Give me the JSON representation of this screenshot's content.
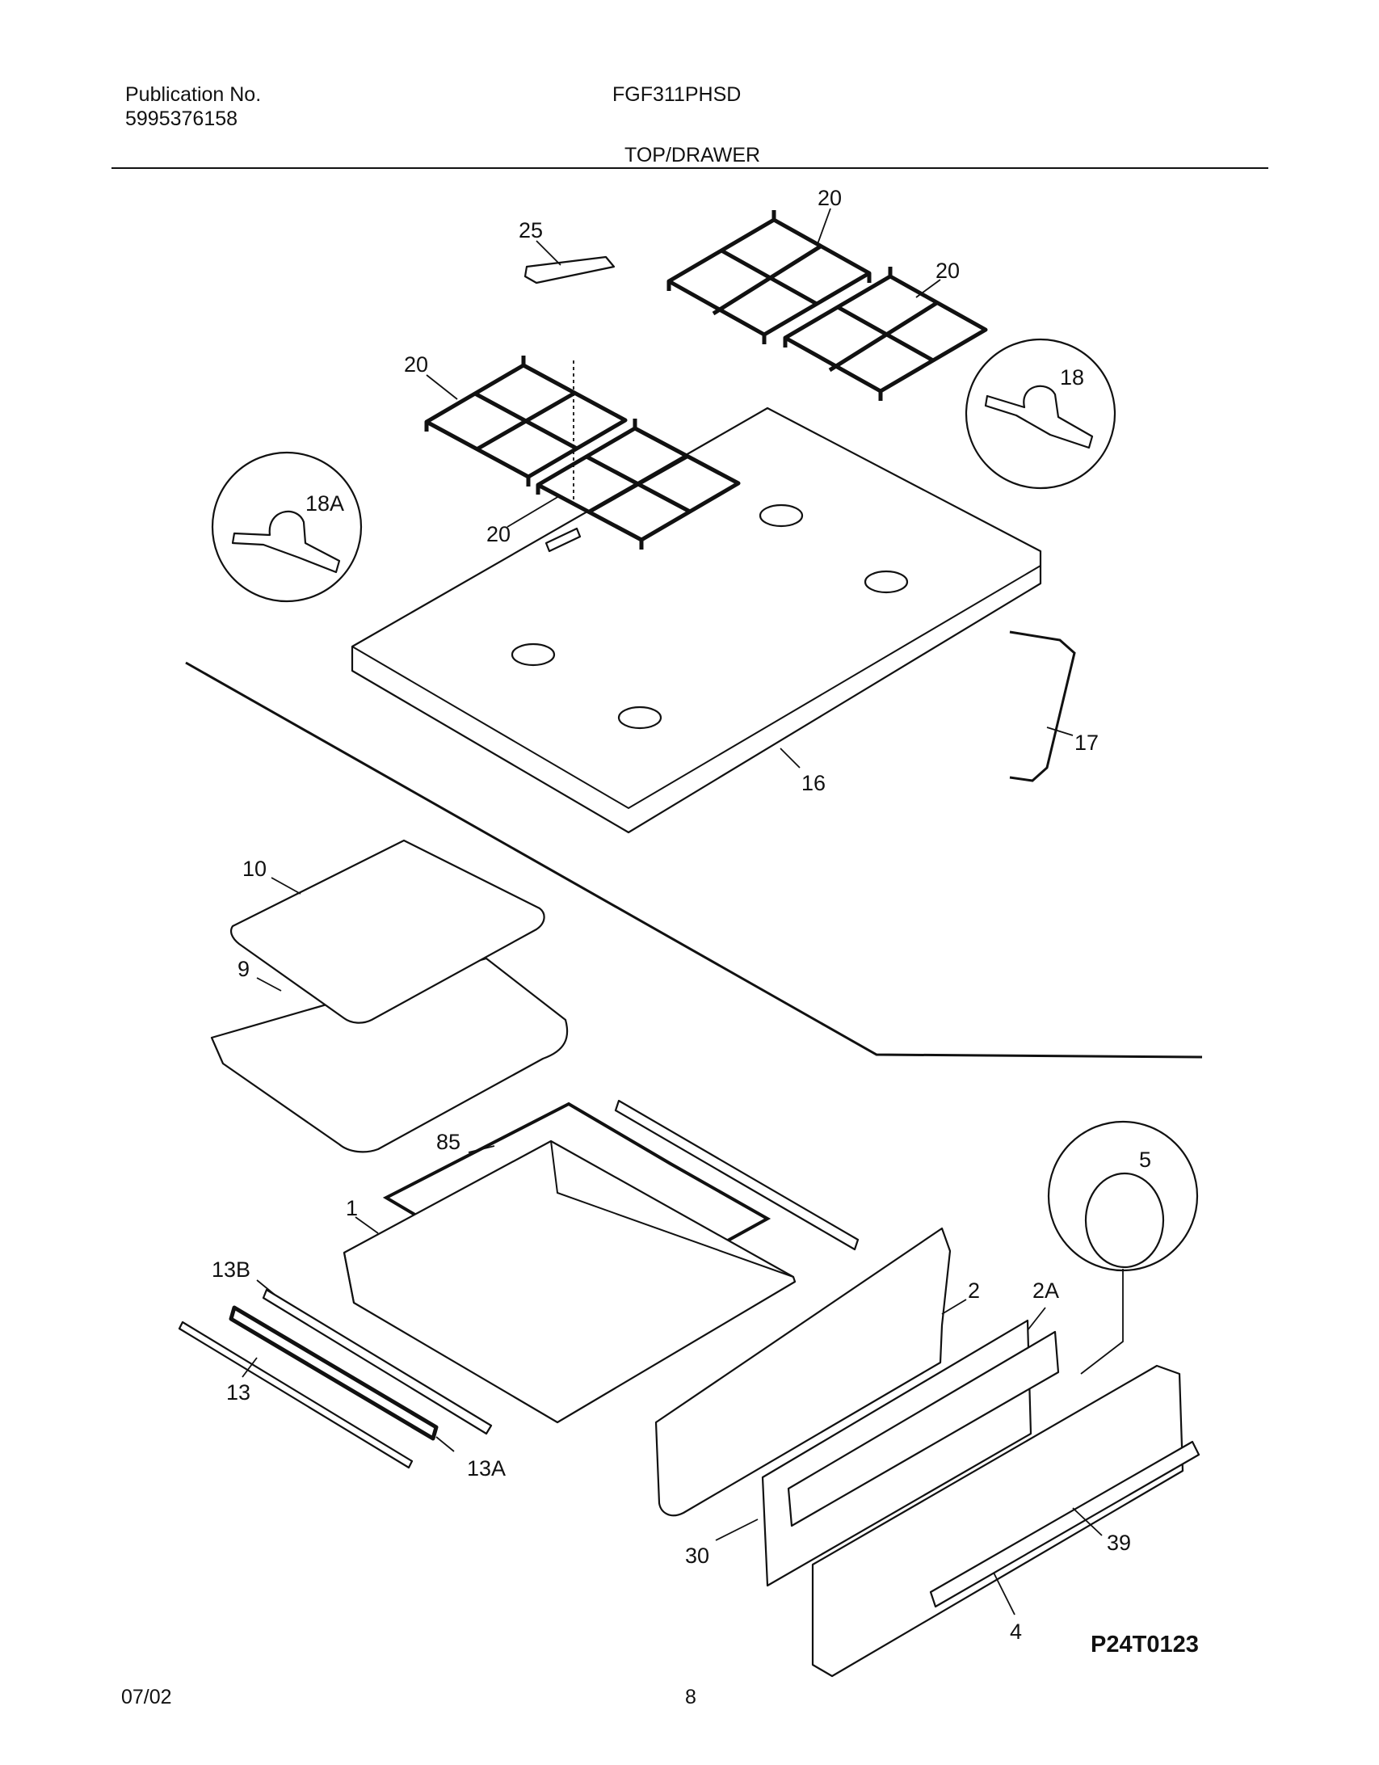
{
  "header": {
    "publication_label": "Publication No.",
    "publication_number": "5995376158",
    "model": "FGF311PHSD",
    "section_title": "TOP/DRAWER"
  },
  "footer": {
    "date": "07/02",
    "page": "8"
  },
  "figure_code": "P24T0123",
  "callouts": [
    "20",
    "25",
    "20",
    "18",
    "20",
    "18A",
    "20",
    "17",
    "16",
    "10",
    "9",
    "85",
    "5",
    "1",
    "13B",
    "2",
    "2A",
    "13",
    "13A",
    "39",
    "30",
    "4"
  ]
}
